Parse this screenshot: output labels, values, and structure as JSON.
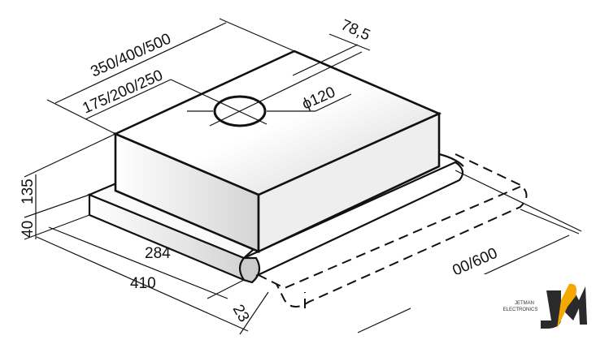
{
  "dimensions": {
    "width_top": "350/400/500",
    "outlet_offset": "175/200/250",
    "depth_offset": "78,5",
    "outlet_diameter": "ϕ120",
    "height_body": "135",
    "height_panel": "40",
    "depth_body": "284",
    "depth_total": "410",
    "panel_lip": "23",
    "width_total": "00/600"
  },
  "watermark": {
    "line1": "JETMAN",
    "line2": "ELECTRONICS",
    "monogram": "JM",
    "accent": "#f5a800"
  }
}
